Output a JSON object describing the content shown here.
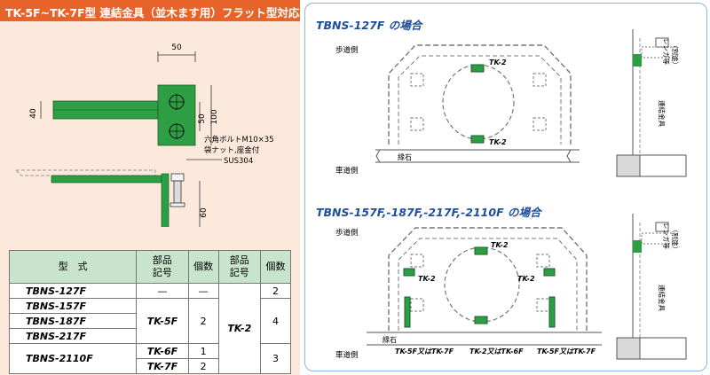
{
  "title": "TK-5F~TK-7F型 連結金具（並木ます用）フラット型対応",
  "colors": {
    "accent": "#e8632a",
    "panel_bg": "#fde9dc",
    "green": "#2e9e44",
    "header_bg": "#c9e4cd",
    "title_blue": "#1f4f9c"
  },
  "drawing": {
    "dim_top": "50",
    "dim_left": "40",
    "dim_inner": "50",
    "dim_right": "100",
    "dim_side": "60",
    "bolt_note": "六角ボルトM10×35",
    "nut_note": "袋ナット,座金付",
    "material": "SUS304"
  },
  "table": {
    "headers": [
      "型　式",
      "部品\n記号",
      "個数",
      "部品\n記号",
      "個数"
    ],
    "r1": {
      "model": "TBNS-127F",
      "part1": "—",
      "qty1": "—",
      "qty2": "2"
    },
    "r2": {
      "model": "TBNS-157F"
    },
    "r3": {
      "model": "TBNS-187F"
    },
    "r4": {
      "model": "TBNS-217F"
    },
    "g1": {
      "part1": "TK-5F",
      "qty1": "2",
      "qty2": "4"
    },
    "part2": "TK-2",
    "r5": {
      "model": "TBNS-2110F",
      "part1a": "TK-6F",
      "part1b": "TK-7F",
      "qty1a": "1",
      "qty1b": "2",
      "qty2": "3"
    }
  },
  "case1": {
    "title": "TBNS-127F の場合",
    "sidewalk": "歩道側",
    "roadway": "車道側",
    "curb": "縁石",
    "tk2_top": "TK-2",
    "tk2_bottom": "TK-2",
    "side_label1": "レンガ等",
    "side_label2": "（別途）",
    "side_label3": "連結金具"
  },
  "case2": {
    "title": "TBNS-157F,-187F,-217F,-2110F の場合",
    "sidewalk": "歩道側",
    "roadway": "車道側",
    "curb": "縁石",
    "tk2_top": "TK-2",
    "tk2_left": "TK-2",
    "tk2_right": "TK-2",
    "bottom_left": "TK-5F又はTK-7F",
    "bottom_mid": "TK-2又はTK-6F",
    "bottom_right": "TK-5F又はTK-7F",
    "side_label1": "レンガ等",
    "side_label2": "（別途）",
    "side_label3": "連結金具"
  }
}
